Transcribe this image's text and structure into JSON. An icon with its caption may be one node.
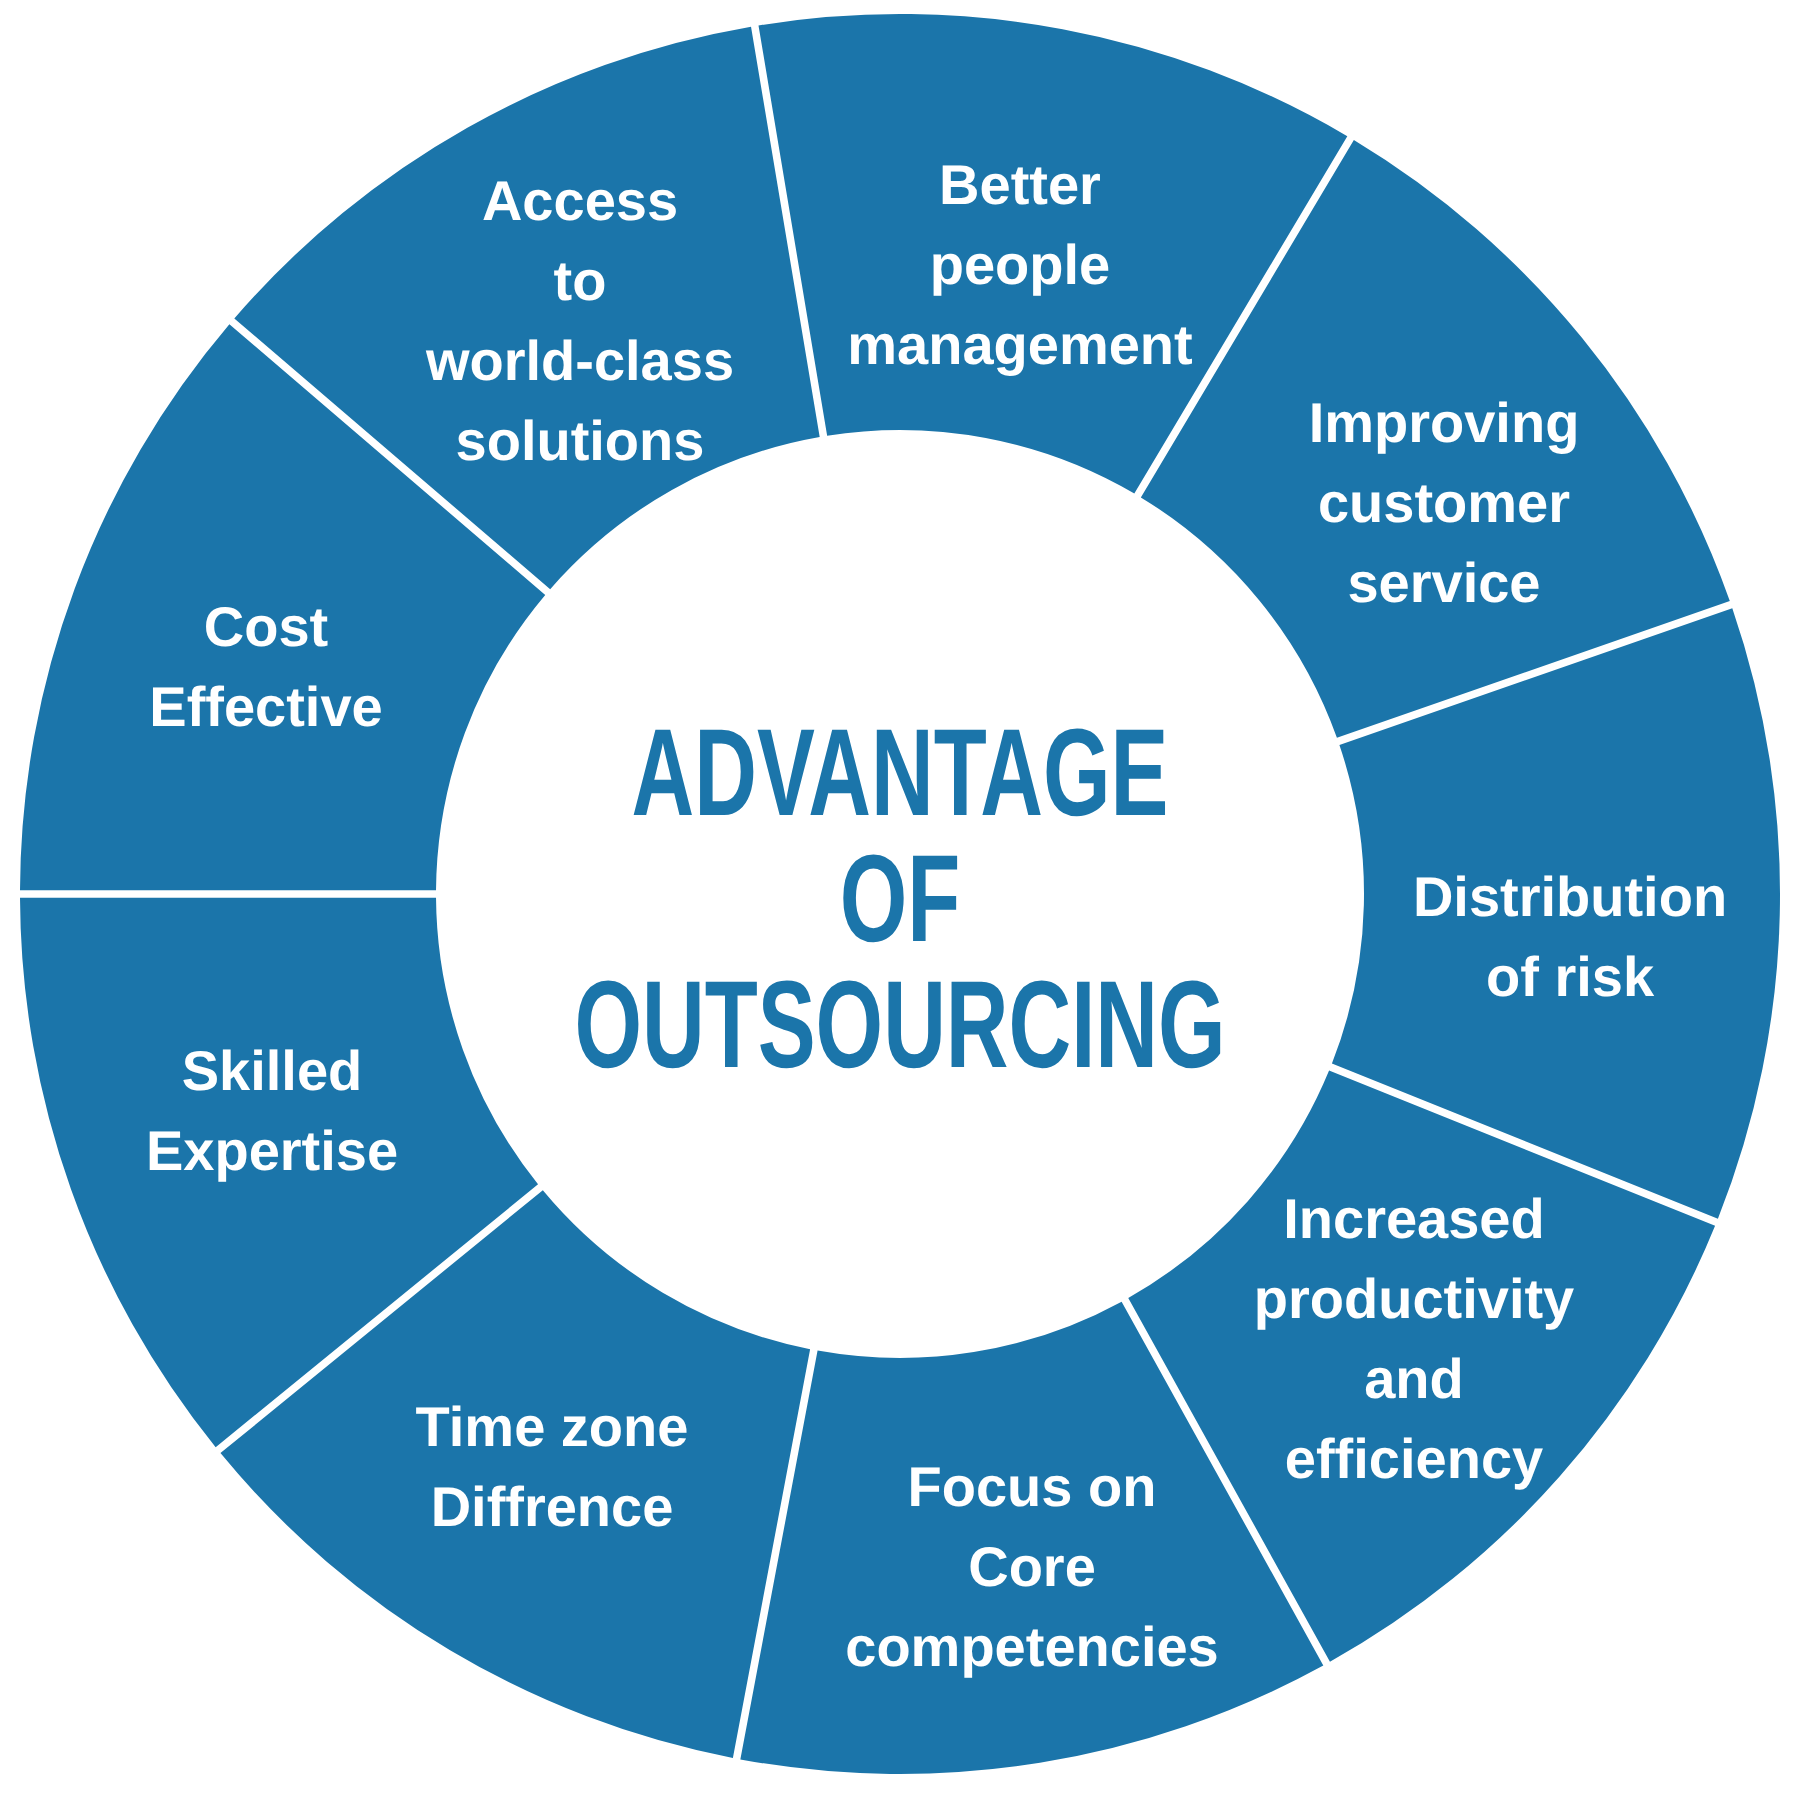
{
  "diagram": {
    "nodes": [
      {
        "text": [
          "ADVANTAGE OF OUTSOURCING"
        ]
      },
      {
        "text": [
          "Better people management"
        ]
      },
      {
        "text": [
          "Improving customer service"
        ]
      },
      {
        "text": [
          "Distribution of risk"
        ]
      },
      {
        "text": [
          "Increased productivity and efficiency"
        ]
      },
      {
        "text": [
          "Focus on Core competencies"
        ]
      },
      {
        "text": [
          "Time zone Diffrence"
        ]
      },
      {
        "text": [
          "Skilled Expertise"
        ]
      },
      {
        "text": [
          "Cost Effective"
        ]
      },
      {
        "text": [
          "Access to world-class solutions"
        ]
      }
    ]
  }
}
